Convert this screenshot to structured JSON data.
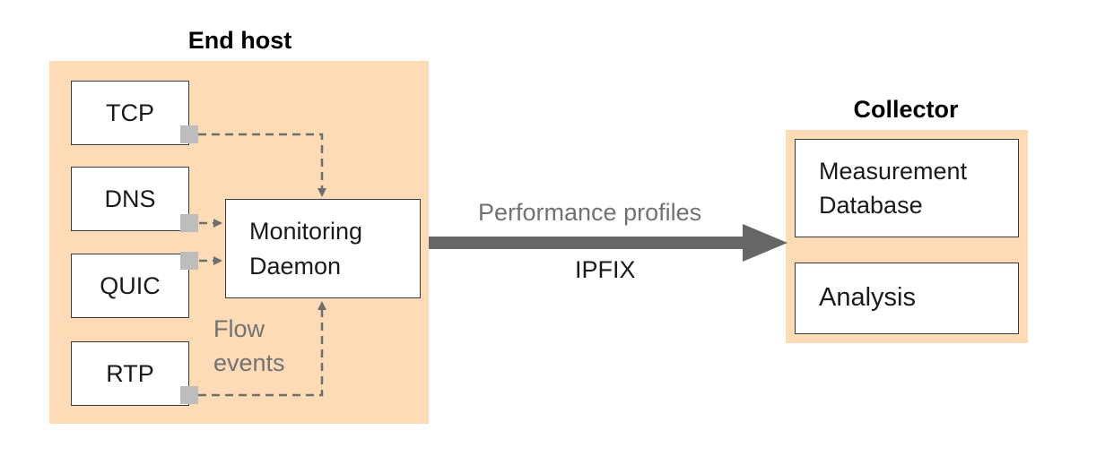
{
  "end_host": {
    "title": "End host",
    "modules": [
      {
        "label": "TCP"
      },
      {
        "label": "DNS"
      },
      {
        "label": "QUIC"
      },
      {
        "label": "RTP"
      }
    ],
    "daemon": {
      "line1": "Monitoring",
      "line2": "Daemon"
    },
    "flow_events": {
      "line1": "Flow",
      "line2": "events"
    }
  },
  "link": {
    "top_label": "Performance profiles",
    "bottom_label": "IPFIX"
  },
  "collector": {
    "title": "Collector",
    "database": {
      "line1": "Measurement",
      "line2": "Database"
    },
    "analysis": "Analysis"
  },
  "colors": {
    "group_fill": "#fddbb7",
    "port": "#bdbdbd",
    "arrow": "#666666",
    "dashed_line": "#6e6e6e",
    "muted_text": "#727272"
  }
}
